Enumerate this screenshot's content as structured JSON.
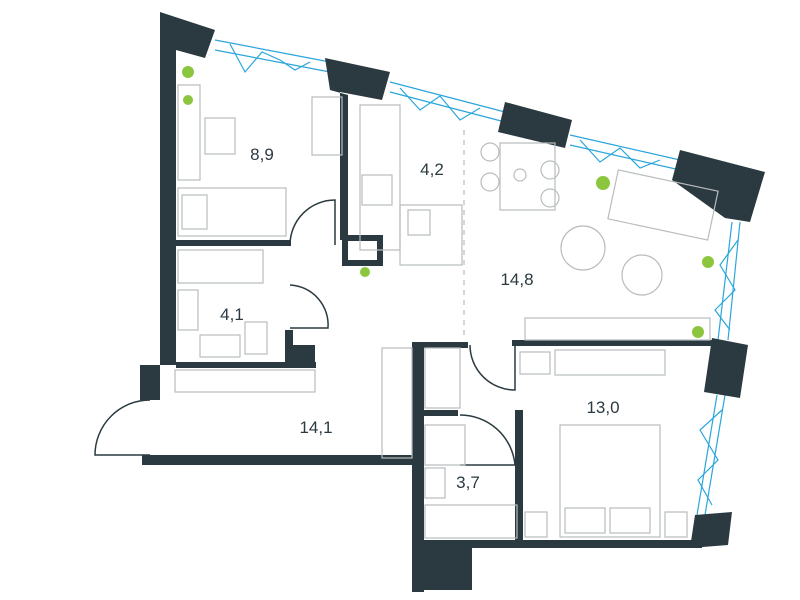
{
  "colors": {
    "wall": "#2b3a40",
    "window": "#2aa6dc",
    "furniture": "#b8bcbe",
    "plant": "#8cc63f"
  },
  "rooms": [
    {
      "id": "bedroom-small",
      "area": "8,9"
    },
    {
      "id": "kitchen",
      "area": "4,2"
    },
    {
      "id": "living-room",
      "area": "14,8"
    },
    {
      "id": "bathroom",
      "area": "4,1"
    },
    {
      "id": "hallway",
      "area": "14,1"
    },
    {
      "id": "bathroom-2",
      "area": "3,7"
    },
    {
      "id": "bedroom-master",
      "area": "13,0"
    }
  ]
}
